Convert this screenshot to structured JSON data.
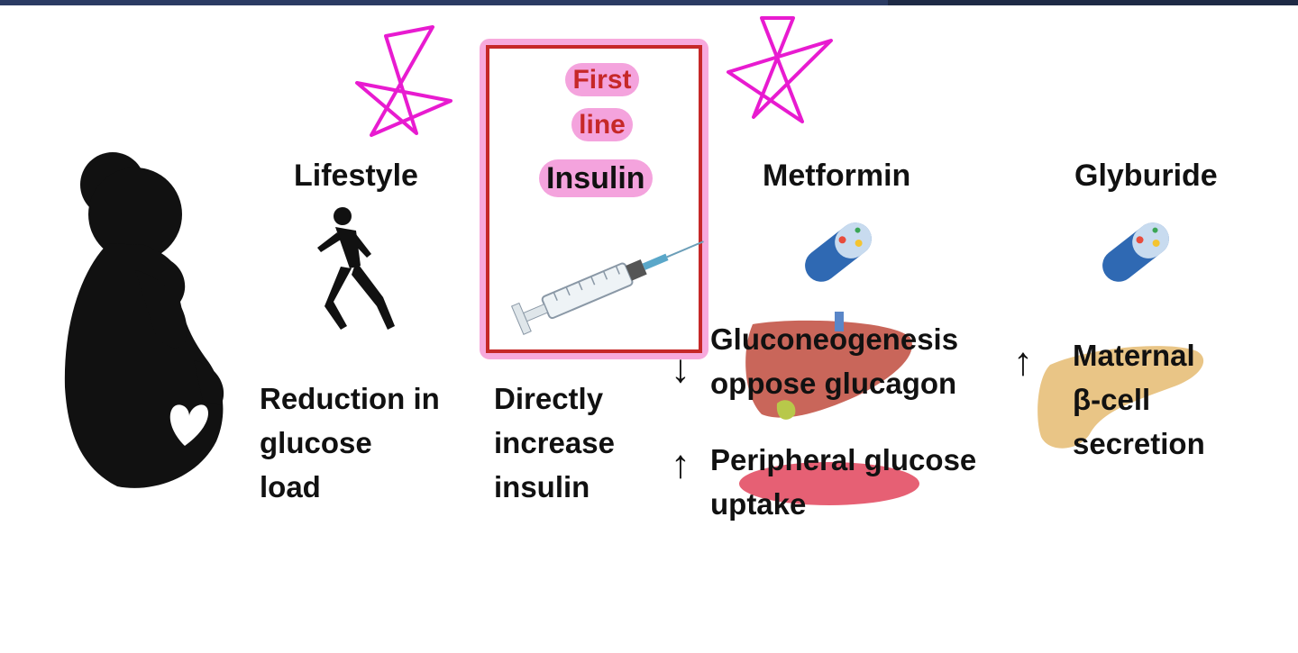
{
  "first_line": [
    "First",
    "line"
  ],
  "headings": {
    "lifestyle": "Lifestyle",
    "insulin": "Insulin",
    "metformin": "Metformin",
    "glyburide": "Glyburide"
  },
  "descriptions": {
    "lifestyle": "Reduction in\nglucose\nload",
    "insulin": "Directly\nincrease\ninsulin",
    "metformin_1": "Gluconeogenesis\noppose glucagon",
    "metformin_2": "Peripheral glucose\nuptake",
    "glyburide": "Maternal\nβ-cell\nsecretion"
  },
  "arrows": {
    "metformin_1": "↓",
    "metformin_2": "↑",
    "glyburide": "↑"
  },
  "colors": {
    "highlight_pink": "#f4a3dd",
    "box_red": "#c62828",
    "star_magenta": "#e81bd0",
    "silhouette": "#111111"
  },
  "icons": [
    "pregnant-woman-icon",
    "runner-icon",
    "syringe-icon",
    "capsule-icon",
    "liver-icon",
    "muscle-icon",
    "pancreas-icon",
    "star-icon"
  ]
}
